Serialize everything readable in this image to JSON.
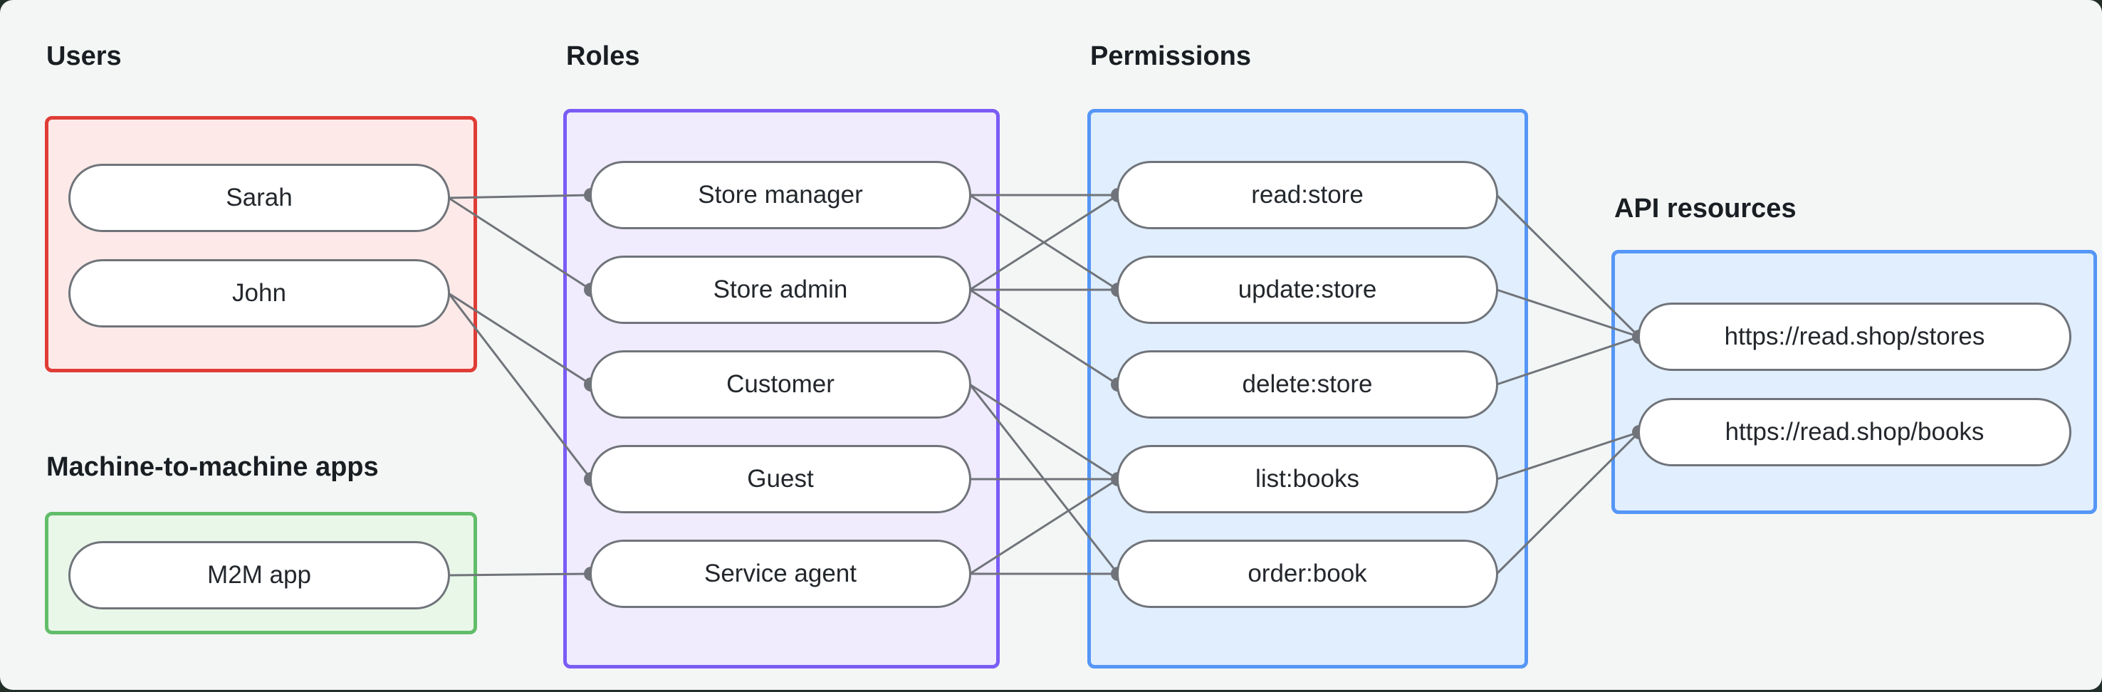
{
  "canvas": {
    "background": "#f4f6f5",
    "frame_color": "#222e28"
  },
  "groups": {
    "users": {
      "title": "Users",
      "border": "#e03c36",
      "fill": "#fdeae8",
      "nodes": [
        {
          "id": "sarah",
          "label": "Sarah"
        },
        {
          "id": "john",
          "label": "John"
        }
      ]
    },
    "m2m": {
      "title": "Machine-to-machine apps",
      "border": "#62bd6a",
      "fill": "#e9f7e9",
      "nodes": [
        {
          "id": "m2m-app",
          "label": "M2M app"
        }
      ]
    },
    "roles": {
      "title": "Roles",
      "border": "#7a5cf5",
      "fill": "#f0ebfd",
      "nodes": [
        {
          "id": "store-manager",
          "label": "Store manager"
        },
        {
          "id": "store-admin",
          "label": "Store admin"
        },
        {
          "id": "customer",
          "label": "Customer"
        },
        {
          "id": "guest",
          "label": "Guest"
        },
        {
          "id": "service-agent",
          "label": "Service agent"
        }
      ]
    },
    "permissions": {
      "title": "Permissions",
      "border": "#5596f6",
      "fill": "#e0eefd",
      "nodes": [
        {
          "id": "read-store",
          "label": "read:store"
        },
        {
          "id": "update-store",
          "label": "update:store"
        },
        {
          "id": "delete-store",
          "label": "delete:store"
        },
        {
          "id": "list-books",
          "label": "list:books"
        },
        {
          "id": "order-book",
          "label": "order:book"
        }
      ]
    },
    "api": {
      "title": "API resources",
      "border": "#5596f6",
      "fill": "#e0eefd",
      "nodes": [
        {
          "id": "stores",
          "label": "https://read.shop/stores"
        },
        {
          "id": "books",
          "label": "https://read.shop/books"
        }
      ]
    }
  },
  "edges": [
    [
      "sarah",
      "store-manager"
    ],
    [
      "sarah",
      "store-admin"
    ],
    [
      "john",
      "customer"
    ],
    [
      "john",
      "guest"
    ],
    [
      "m2m-app",
      "service-agent"
    ],
    [
      "store-manager",
      "read-store"
    ],
    [
      "store-manager",
      "update-store"
    ],
    [
      "store-admin",
      "read-store"
    ],
    [
      "store-admin",
      "update-store"
    ],
    [
      "store-admin",
      "delete-store"
    ],
    [
      "customer",
      "list-books"
    ],
    [
      "customer",
      "order-book"
    ],
    [
      "guest",
      "list-books"
    ],
    [
      "service-agent",
      "list-books"
    ],
    [
      "service-agent",
      "order-book"
    ],
    [
      "read-store",
      "stores"
    ],
    [
      "update-store",
      "stores"
    ],
    [
      "delete-store",
      "stores"
    ],
    [
      "list-books",
      "books"
    ],
    [
      "order-book",
      "books"
    ]
  ],
  "edge_style": {
    "color": "#70747a",
    "width": 3,
    "dot_radius": 10
  }
}
